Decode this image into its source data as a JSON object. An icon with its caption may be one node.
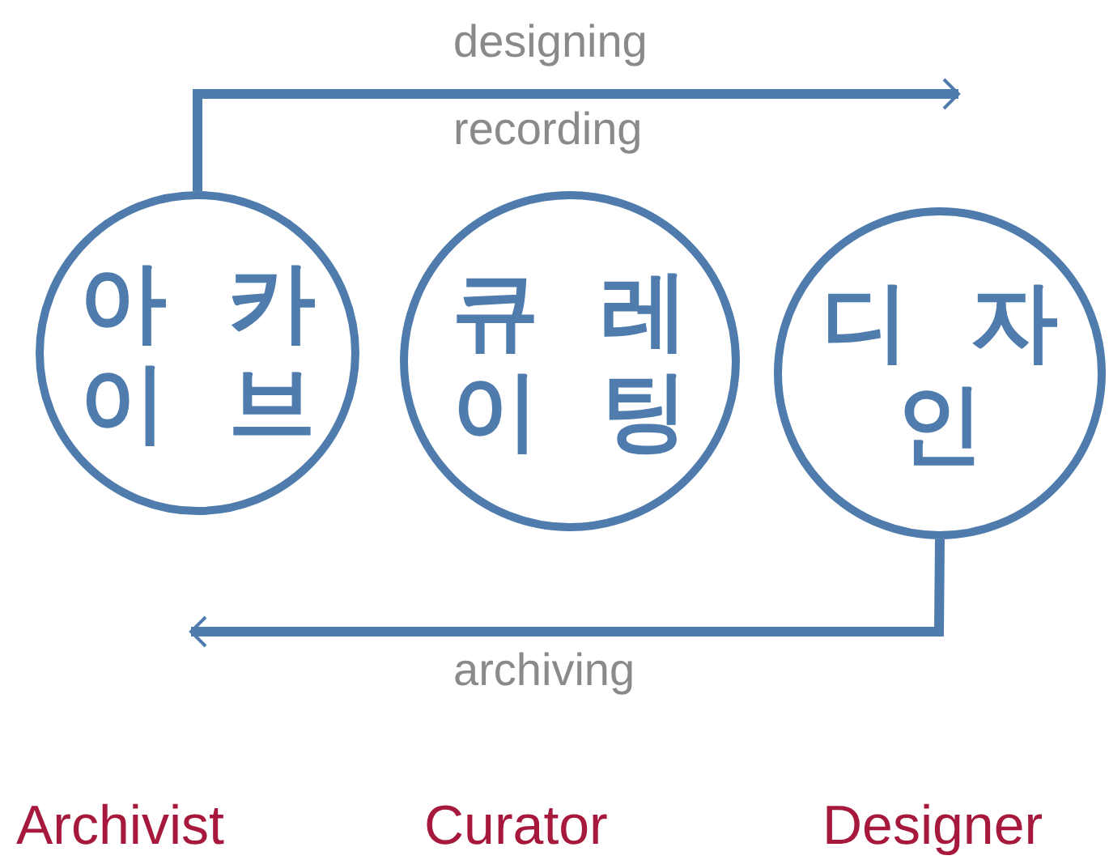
{
  "diagram": {
    "nodes": [
      {
        "text": [
          "아 카 이 브"
        ]
      },
      {
        "text": [
          "큐 레 이 팅"
        ]
      },
      {
        "text": [
          "디 자 인"
        ]
      }
    ],
    "edges": [
      {
        "from": 0,
        "to": null,
        "arrow": "to",
        "label": "designing"
      },
      {
        "from": 2,
        "to": null,
        "arrow": "to",
        "label": "archiving"
      }
    ],
    "labels": [
      "recording",
      "Archivist",
      "Curator",
      "Designer"
    ]
  }
}
